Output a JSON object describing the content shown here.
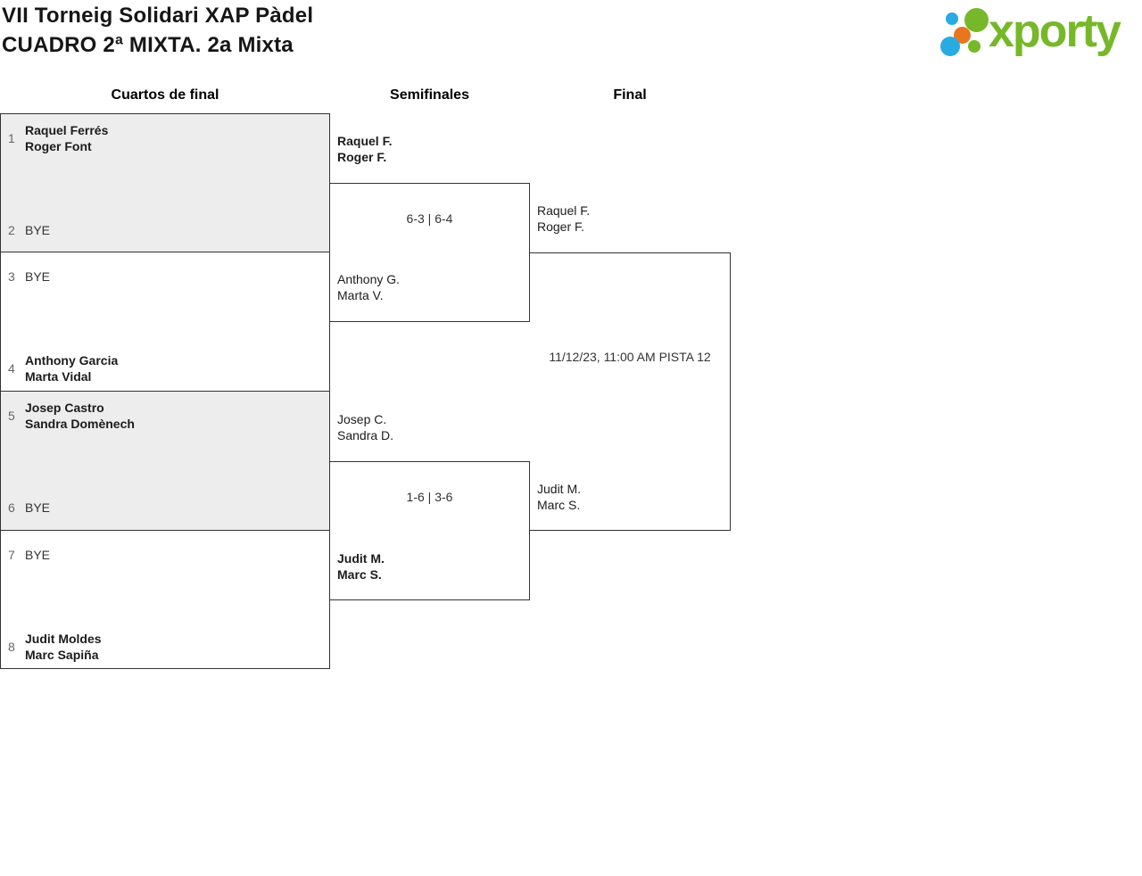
{
  "page": {
    "title_line1": "VII Torneig Solidari XAP Pàdel",
    "title_line2": "CUADRO 2ª MIXTA. 2a Mixta"
  },
  "logo": {
    "brand": "xporty"
  },
  "colors": {
    "brand_green": "#76b829",
    "brand_blue": "#29abe2",
    "brand_orange": "#e8761f",
    "bracket_border": "#333333",
    "bracket_shade": "#ededed"
  },
  "round_headers": {
    "quarterfinals": "Cuartos de final",
    "semifinals": "Semifinales",
    "final": "Final"
  },
  "bracket": {
    "quarterfinals": [
      {
        "top": {
          "seed": "1",
          "line1": "Raquel Ferrés",
          "line2": "Roger Font"
        },
        "bottom": {
          "seed": "2",
          "line1": "BYE",
          "line2": ""
        }
      },
      {
        "top": {
          "seed": "3",
          "line1": "BYE",
          "line2": ""
        },
        "bottom": {
          "seed": "4",
          "line1": "Anthony Garcia",
          "line2": "Marta Vidal"
        }
      },
      {
        "top": {
          "seed": "5",
          "line1": "Josep Castro",
          "line2": "Sandra Domènech"
        },
        "bottom": {
          "seed": "6",
          "line1": "BYE",
          "line2": ""
        }
      },
      {
        "top": {
          "seed": "7",
          "line1": "BYE",
          "line2": ""
        },
        "bottom": {
          "seed": "8",
          "line1": "Judit Moldes",
          "line2": "Marc Sapiña"
        }
      }
    ],
    "semifinals": [
      {
        "top": {
          "line1": "Raquel F.",
          "line2": "Roger F.",
          "winner": true
        },
        "bottom": {
          "line1": "Anthony G.",
          "line2": "Marta V.",
          "winner": false
        },
        "score": "6-3 | 6-4"
      },
      {
        "top": {
          "line1": "Josep C.",
          "line2": "Sandra D.",
          "winner": false
        },
        "bottom": {
          "line1": "Judit M.",
          "line2": "Marc S.",
          "winner": true
        },
        "score": "1-6 | 3-6"
      }
    ],
    "final": {
      "top": {
        "line1": "Raquel F.",
        "line2": "Roger F."
      },
      "bottom": {
        "line1": "Judit M.",
        "line2": "Marc S."
      },
      "schedule": "11/12/23, 11:00 AM PISTA 12"
    }
  }
}
